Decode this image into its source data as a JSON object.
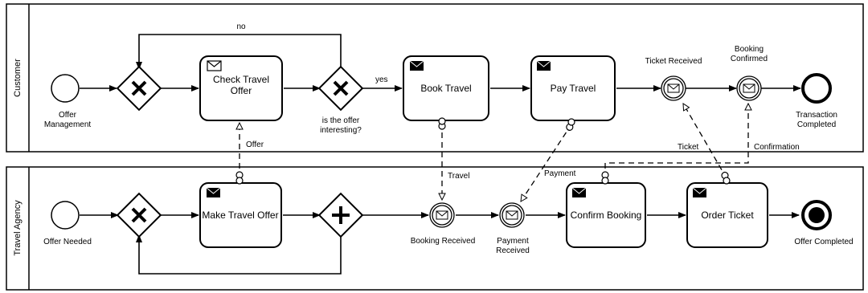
{
  "pools": [
    {
      "id": "customer",
      "label": "Customer"
    },
    {
      "id": "agency",
      "label": "Travel Agency"
    }
  ],
  "customer": {
    "start_event": "Offer Management",
    "tasks": {
      "check_offer": "Check Travel Offer",
      "book_travel": "Book Travel",
      "pay_travel": "Pay Travel"
    },
    "gateway_question": "is the offer interesting?",
    "flow_no": "no",
    "flow_yes": "yes",
    "event_ticket_received": "Ticket Received",
    "event_booking_confirmed": "Booking Confirmed",
    "end_event": "Transaction Completed"
  },
  "agency": {
    "start_event": "Offer Needed",
    "tasks": {
      "make_offer": "Make Travel Offer",
      "confirm_booking": "Confirm Booking",
      "order_ticket": "Order Ticket"
    },
    "event_booking_received": "Booking Received",
    "event_payment_received": "Payment Received",
    "end_event": "Offer Completed"
  },
  "messages": {
    "offer": "Offer",
    "travel": "Travel",
    "payment": "Payment",
    "ticket": "Ticket",
    "confirmation": "Confirmation"
  }
}
